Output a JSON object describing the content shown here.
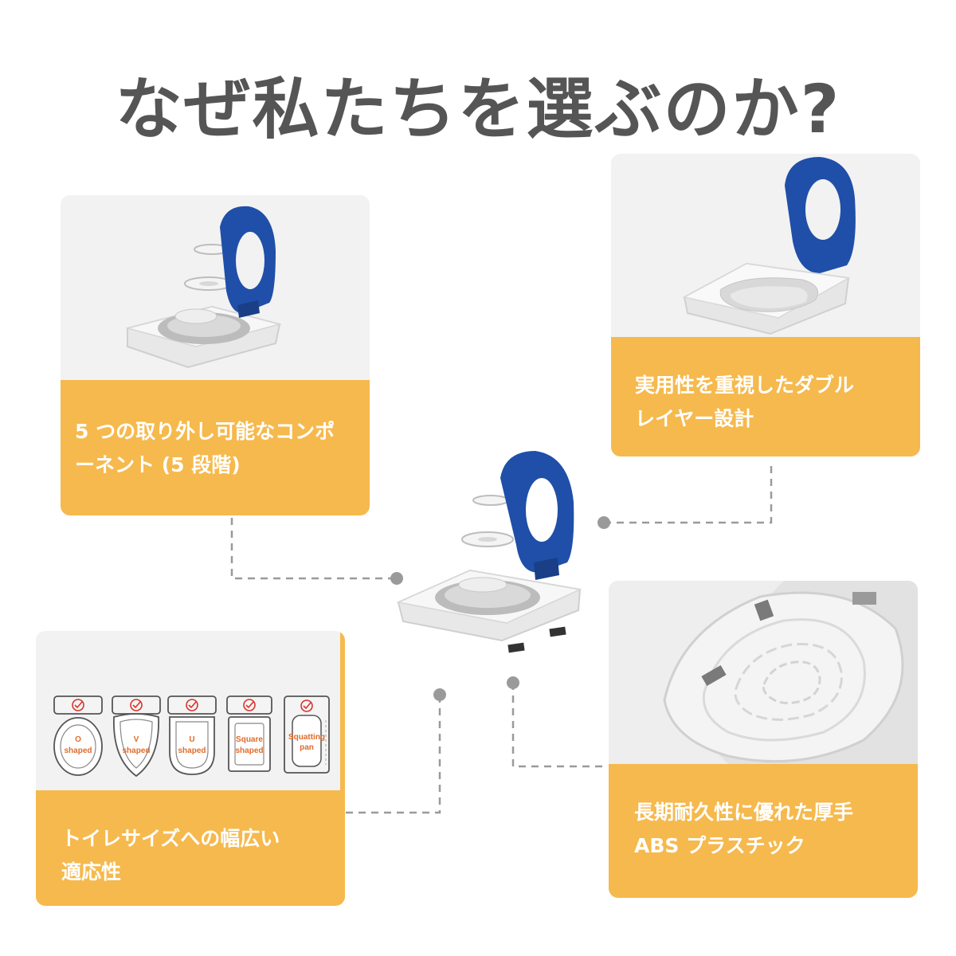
{
  "title": "なぜ私たちを選ぶのか?",
  "features": [
    {
      "line1": "5 つの取り外し可能なコンポ",
      "line2": "ーネント (5 段階)"
    },
    {
      "line1": "実用性を重視したダブル",
      "line2": "レイヤー設計"
    },
    {
      "line1": "トイレサイズへの幅広い",
      "line2": "適応性"
    },
    {
      "line1": "長期耐久性に優れた厚手",
      "line2": " ABS プラスチック"
    }
  ],
  "toilet_types": [
    {
      "line1": "O",
      "line2": "shaped"
    },
    {
      "line1": "V",
      "line2": "shaped"
    },
    {
      "line1": "U",
      "line2": "shaped"
    },
    {
      "line1": "Square",
      "line2": "shaped"
    },
    {
      "line1": "Squatting",
      "line2": "pan"
    }
  ],
  "colors": {
    "accent": "#f6b94d",
    "seat_blue": "#1f4fa8",
    "title": "#555555",
    "card_bg": "#f2f2f2"
  }
}
